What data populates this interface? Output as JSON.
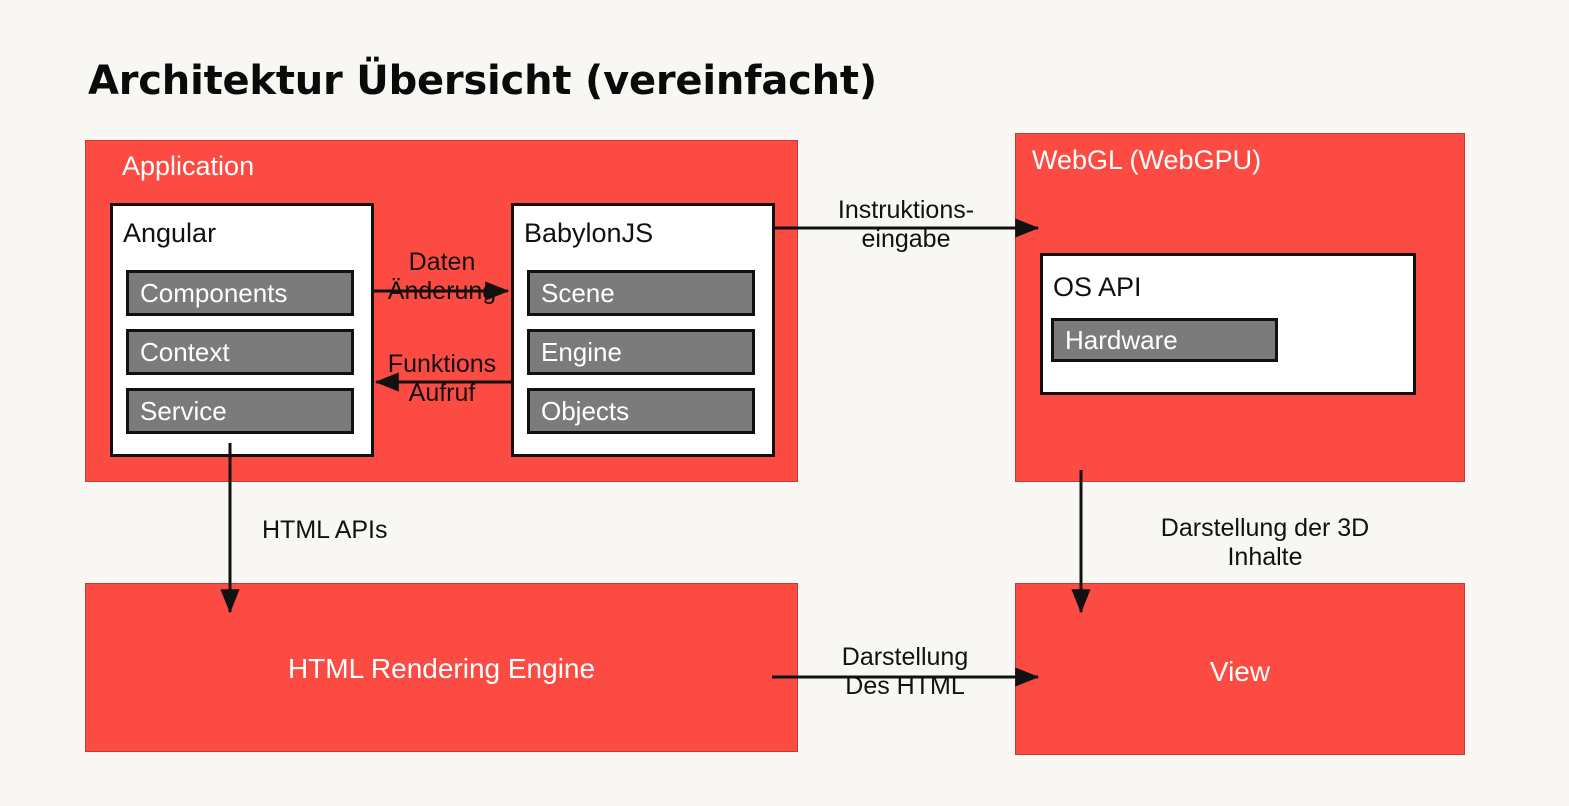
{
  "page": {
    "title": "Architektur Übersicht (vereinfacht)",
    "background_color": "#F8F7F4",
    "accent_color": "#FB4B42",
    "block_color": "#7B7B7B",
    "line_color": "#111111"
  },
  "groups": {
    "application": {
      "label": "Application",
      "angular": {
        "title": "Angular",
        "items": [
          {
            "label": "Components"
          },
          {
            "label": "Context"
          },
          {
            "label": "Service"
          }
        ]
      },
      "babylonjs": {
        "title": "BabylonJS",
        "items": [
          {
            "label": "Scene"
          },
          {
            "label": "Engine"
          },
          {
            "label": "Objects"
          }
        ]
      }
    },
    "webgl": {
      "label": "WebGL (WebGPU)",
      "os_api": {
        "title": "OS API",
        "items": [
          {
            "label": "Hardware"
          }
        ]
      }
    },
    "html_rendering_engine": {
      "label": "HTML Rendering Engine"
    },
    "view": {
      "label": "View"
    }
  },
  "edges": {
    "daten_aenderung": "Daten\nÄnderung",
    "funktions_aufruf": "Funktions\nAufruf",
    "instruktions_eingabe": "Instruktions-\neingabe",
    "html_apis": "HTML APIs",
    "darstellung_der_3d_inhalte": "Darstellung der 3D\nInhalte",
    "darstellung_des_html": "Darstellung\nDes HTML"
  }
}
